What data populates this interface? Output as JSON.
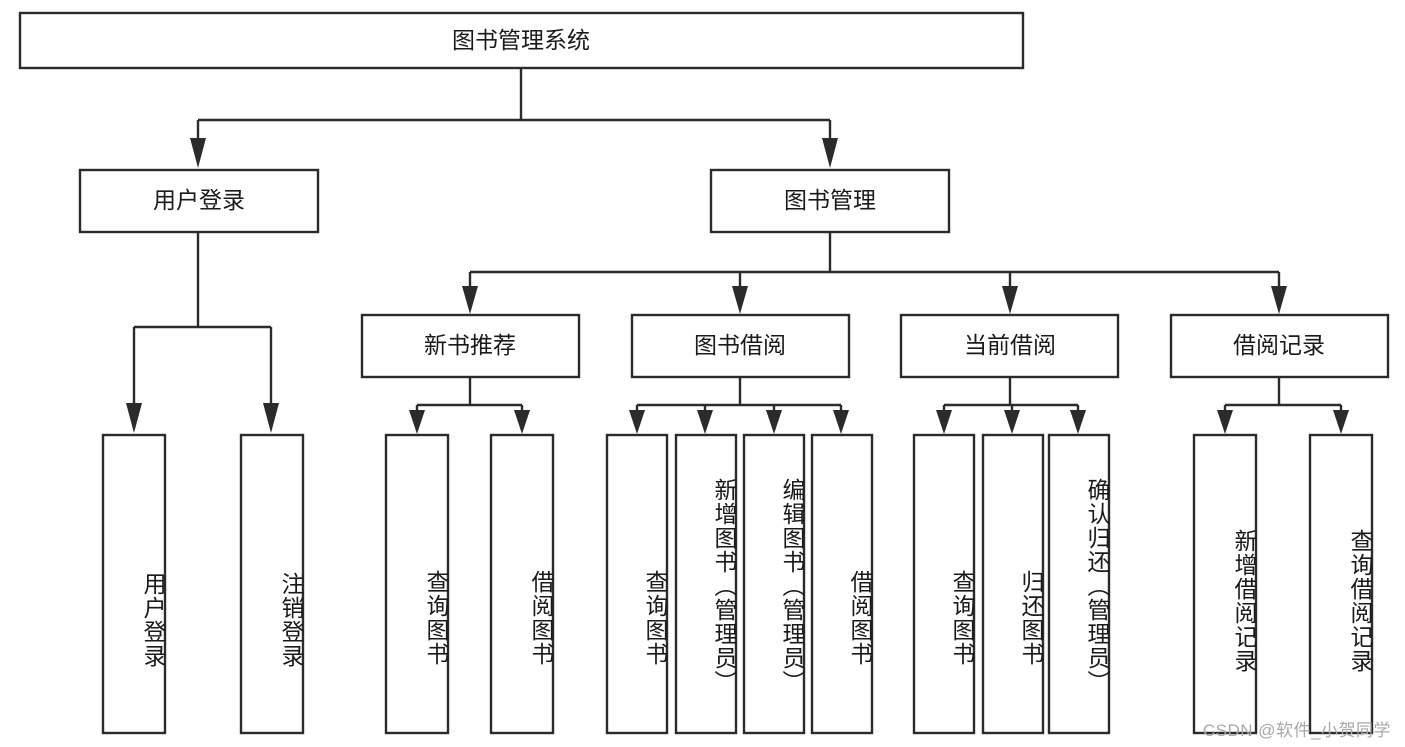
{
  "diagram": {
    "type": "tree",
    "title": "图书管理系统",
    "watermark": "CSDN @软件_小贺同学",
    "colors": {
      "box_stroke": "#2b2b2b",
      "box_fill": "#ffffff",
      "text": "#1a1a1a",
      "background": "#ffffff",
      "watermark": "#a8a8a8"
    },
    "nodes": {
      "root": {
        "label": "图书管理系统",
        "level": 0,
        "orientation": "horizontal"
      },
      "l1": [
        {
          "id": "user-login",
          "label": "用户登录",
          "level": 1,
          "orientation": "horizontal"
        },
        {
          "id": "book-manage",
          "label": "图书管理",
          "level": 1,
          "orientation": "horizontal"
        }
      ],
      "l2": [
        {
          "id": "new-book-rec",
          "label": "新书推荐",
          "level": 2,
          "orientation": "horizontal",
          "parent": "book-manage"
        },
        {
          "id": "book-borrow",
          "label": "图书借阅",
          "level": 2,
          "orientation": "horizontal",
          "parent": "book-manage"
        },
        {
          "id": "current-borrow",
          "label": "当前借阅",
          "level": 2,
          "orientation": "horizontal",
          "parent": "book-manage"
        },
        {
          "id": "borrow-record",
          "label": "借阅记录",
          "level": 2,
          "orientation": "horizontal",
          "parent": "book-manage"
        }
      ],
      "leaves": [
        {
          "id": "leaf-user-login",
          "label": "用户登录",
          "parent": "user-login",
          "orientation": "vertical"
        },
        {
          "id": "leaf-logout",
          "label": "注销登录",
          "parent": "user-login",
          "orientation": "vertical"
        },
        {
          "id": "leaf-query-book-1",
          "label": "查询图书",
          "parent": "new-book-rec",
          "orientation": "vertical"
        },
        {
          "id": "leaf-borrow-book-1",
          "label": "借阅图书",
          "parent": "new-book-rec",
          "orientation": "vertical"
        },
        {
          "id": "leaf-query-book-2",
          "label": "查询图书",
          "parent": "book-borrow",
          "orientation": "vertical"
        },
        {
          "id": "leaf-add-book",
          "label": "新增图书（管理员）",
          "parent": "book-borrow",
          "orientation": "vertical"
        },
        {
          "id": "leaf-edit-book",
          "label": "编辑图书（管理员）",
          "parent": "book-borrow",
          "orientation": "vertical"
        },
        {
          "id": "leaf-borrow-book-2",
          "label": "借阅图书",
          "parent": "book-borrow",
          "orientation": "vertical"
        },
        {
          "id": "leaf-query-book-3",
          "label": "查询图书",
          "parent": "current-borrow",
          "orientation": "vertical"
        },
        {
          "id": "leaf-return-book",
          "label": "归还图书",
          "parent": "current-borrow",
          "orientation": "vertical"
        },
        {
          "id": "leaf-confirm-return",
          "label": "确认归还（管理员）",
          "parent": "current-borrow",
          "orientation": "vertical"
        },
        {
          "id": "leaf-add-record",
          "label": "新增借阅记录",
          "parent": "borrow-record",
          "orientation": "vertical"
        },
        {
          "id": "leaf-query-record",
          "label": "查询借阅记录",
          "parent": "borrow-record",
          "orientation": "vertical"
        }
      ]
    }
  }
}
